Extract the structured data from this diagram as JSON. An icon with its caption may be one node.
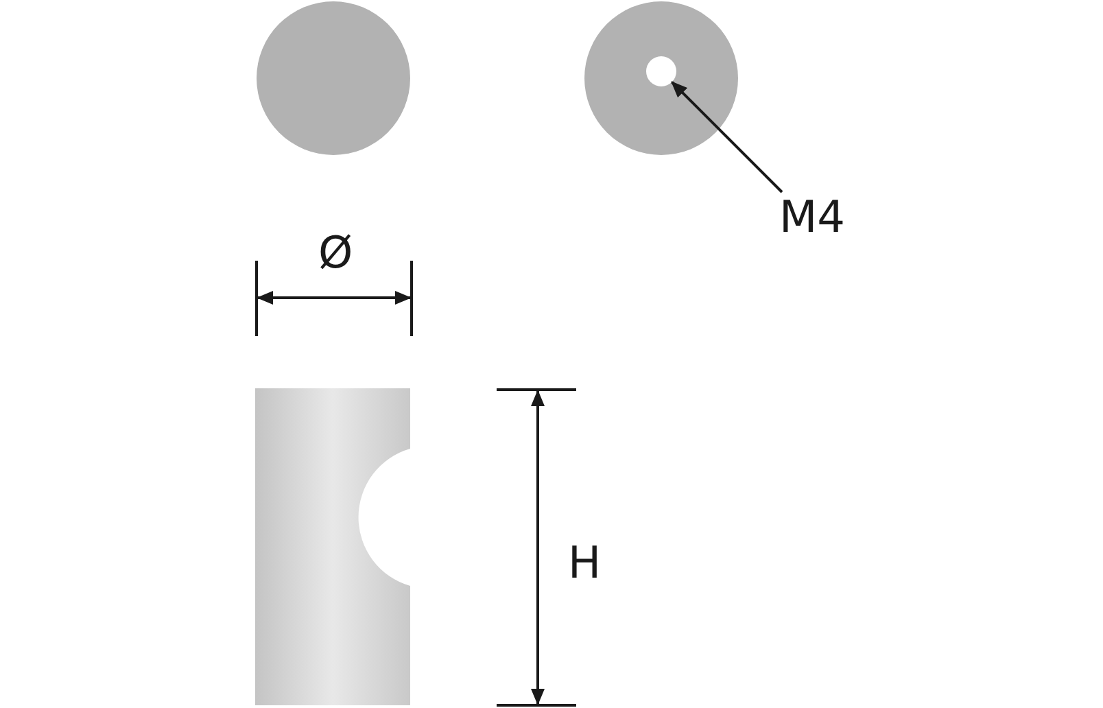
{
  "diagram": {
    "nodes": [
      {
        "text": [],
        "shape": "circle"
      },
      {
        "text": [],
        "shape": "circle"
      },
      {
        "text": [],
        "shape": "circle",
        "in": 1
      },
      {
        "text": [
          "M4"
        ]
      }
    ],
    "edges": [
      {
        "from": 3,
        "to": 2,
        "arrow": "to"
      }
    ],
    "labels": [
      "Ø",
      "H"
    ]
  }
}
